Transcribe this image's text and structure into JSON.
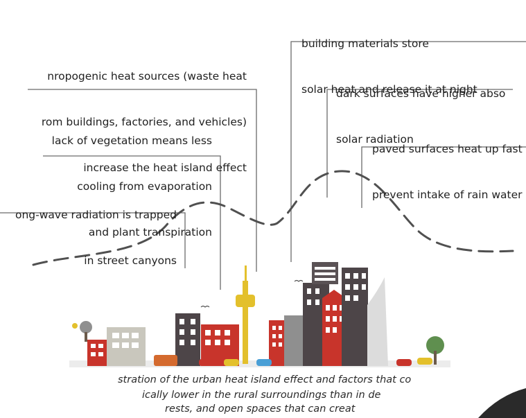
{
  "labels": {
    "anthropogenic": {
      "line1": "nropogenic heat sources (waste heat",
      "line2": "rom buildings, factories, and vehicles)",
      "line3": "increase the heat island effect"
    },
    "vegetation": {
      "line1": "lack of vegetation means less",
      "line2": "cooling from evaporation",
      "line3": "and plant transpiration"
    },
    "longwave": {
      "line1": "ong-wave radiation is trapped",
      "line2": "in street canyons"
    },
    "materials": {
      "line1": "building materials store",
      "line2": "solar heat and release it at night"
    },
    "dark_surfaces": {
      "line1": "dark surfaces have higher abso",
      "line2": "solar radiation"
    },
    "paved": {
      "line1": "paved surfaces heat up fast",
      "line2": "prevent intake of rain water"
    }
  },
  "caption": {
    "line1": "stration of the urban heat island effect and factors that co",
    "line2": "ically lower in the rural surroundings than in de",
    "line3": "rests, and open spaces that can creat"
  },
  "colors": {
    "building_red": "#c8342b",
    "building_dark": "#4d4548",
    "building_gray": "#8f8f8f",
    "tower_yellow": "#e3c02c",
    "tree_green": "#5f8f4f",
    "road_gray": "#dcdcdc"
  }
}
